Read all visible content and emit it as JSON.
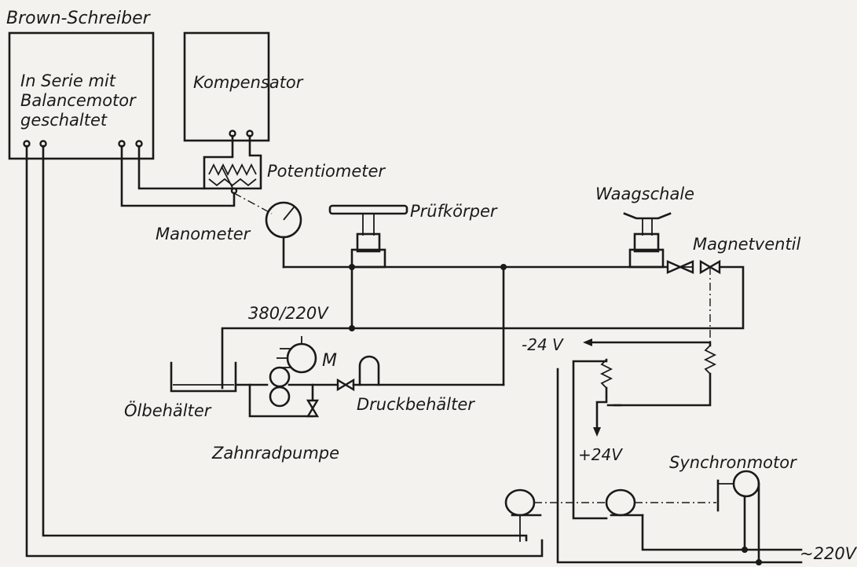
{
  "labels": {
    "brown_schreiber": "Brown-Schreiber",
    "in_serie_line1": "In Serie mit",
    "in_serie_line2": "Balancemotor",
    "in_serie_line3": "geschaltet",
    "kompensator": "Kompensator",
    "potentiometer": "Potentiometer",
    "manometer": "Manometer",
    "pruefkoerper": "Prüfkörper",
    "waagschale": "Waagschale",
    "magnetventil": "Magnetventil",
    "voltage_380": "380/220V",
    "motor_m": "M",
    "minus24": "-24 V",
    "plus24": "+24V",
    "oelbehaelter": "Ölbehälter",
    "druckbehaelter": "Druckbehälter",
    "zahnradpumpe": "Zahnradpumpe",
    "synchronmotor": "Synchronmotor",
    "mains220": "~220V"
  },
  "colors": {
    "ink": "#1a1a1a",
    "paper": "#f4f2ee"
  }
}
